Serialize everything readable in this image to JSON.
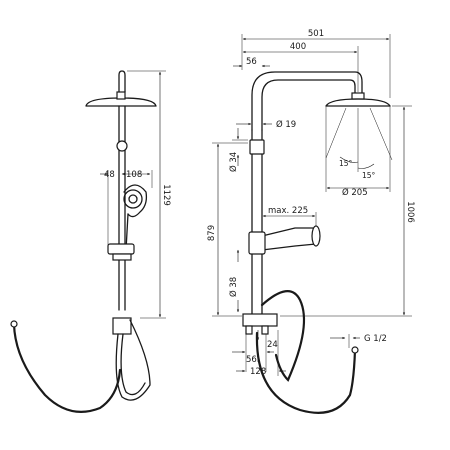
{
  "dimensions": {
    "d501": "501",
    "d400": "400",
    "d56_top": "56",
    "d19": "Ø 19",
    "d34": "Ø 34",
    "d879": "879",
    "dmax225": "max. 225",
    "d38": "Ø 38",
    "d1006": "1006",
    "d15a": "15°",
    "d15b": "15°",
    "d205": "Ø 205",
    "d48": "48",
    "d108": "108",
    "d1129": "1129",
    "d24": "24",
    "d56_bot": "56",
    "d128": "128",
    "dG12": "G 1/2"
  }
}
